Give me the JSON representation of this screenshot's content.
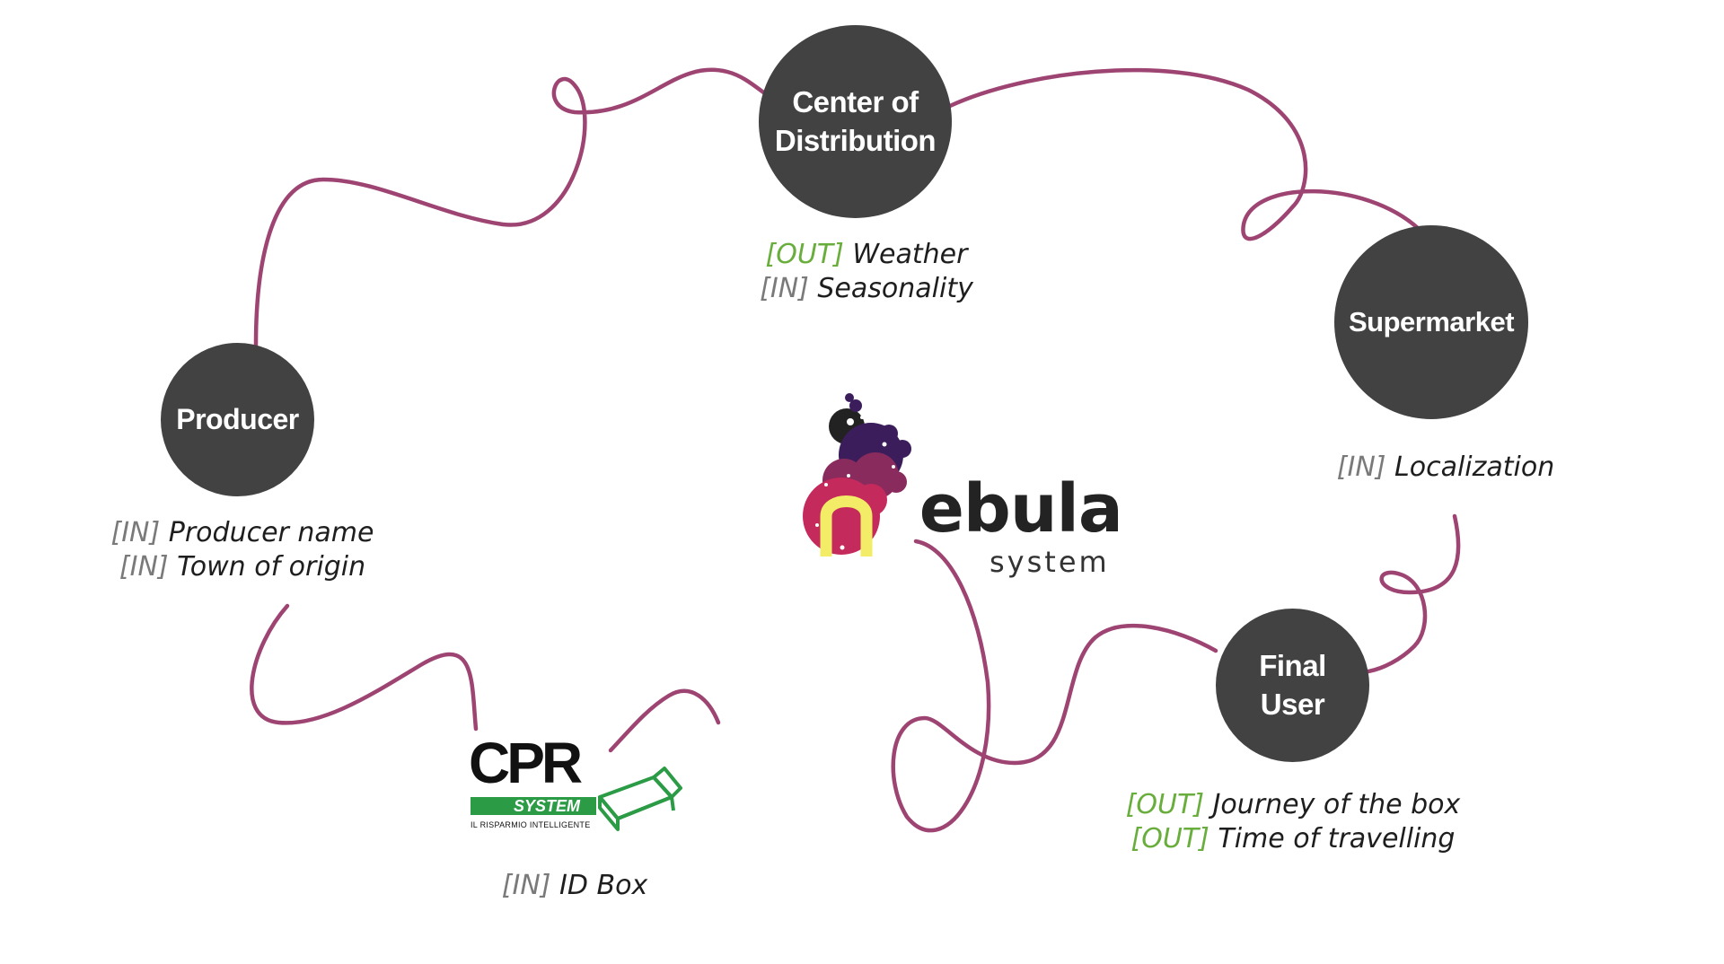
{
  "nodes": {
    "center": {
      "line1": "Center of",
      "line2": "Distribution"
    },
    "supermarket": {
      "label": "Supermarket"
    },
    "producer": {
      "label": "Producer"
    },
    "final_user": {
      "line1": "Final",
      "line2": "User"
    }
  },
  "annotations": {
    "center": [
      {
        "tag": "[OUT]",
        "text": "Weather"
      },
      {
        "tag": "[IN]",
        "text": "Seasonality"
      }
    ],
    "supermarket": [
      {
        "tag": "[IN]",
        "text": "Localization"
      }
    ],
    "producer": [
      {
        "tag": "[IN]",
        "text": "Producer name"
      },
      {
        "tag": "[IN]",
        "text": "Town of origin"
      }
    ],
    "final_user": [
      {
        "tag": "[OUT]",
        "text": "Journey of the box"
      },
      {
        "tag": "[OUT]",
        "text": "Time of travelling"
      }
    ],
    "cpr": [
      {
        "tag": "[IN]",
        "text": "ID Box"
      }
    ]
  },
  "logos": {
    "nebula": {
      "wordmark": "nebula",
      "subtitle": "system"
    },
    "cpr": {
      "wordmark": "CPR",
      "band": "SYSTEM",
      "tagline": "IL RISPARMIO INTELLIGENTE"
    }
  },
  "colors": {
    "wire": "#9e4472",
    "node_fill": "#424242",
    "tag_out": "#69ae3c",
    "tag_in": "#7a7a7a",
    "cpr_green": "#2b9b46",
    "nebula_pink": "#c42a5c",
    "nebula_purple": "#3b1d5c",
    "nebula_yellow": "#f2ec66"
  }
}
